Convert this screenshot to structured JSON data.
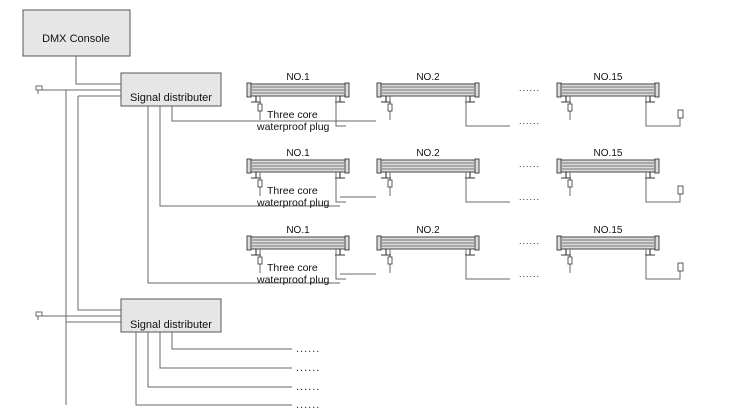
{
  "console": {
    "label": "DMX Console"
  },
  "distributors": [
    {
      "label": "Signal distributer"
    },
    {
      "label": "Signal distributer"
    }
  ],
  "rows": [
    {
      "fixtures": [
        "NO.1",
        "NO.2",
        "NO.15"
      ],
      "plug_label_1": "Three core",
      "plug_label_2": "waterproof plug",
      "gap_dots": "......",
      "end_dots": "......"
    },
    {
      "fixtures": [
        "NO.1",
        "NO.2",
        "NO.15"
      ],
      "plug_label_1": "Three core",
      "plug_label_2": "waterproof plug",
      "gap_dots": "......",
      "end_dots": "......"
    },
    {
      "fixtures": [
        "NO.1",
        "NO.2",
        "NO.15"
      ],
      "plug_label_1": "Three core",
      "plug_label_2": "waterproof plug",
      "gap_dots": "......",
      "end_dots": "......"
    }
  ],
  "continuation_dots": [
    "......",
    "......",
    "......",
    "......"
  ]
}
